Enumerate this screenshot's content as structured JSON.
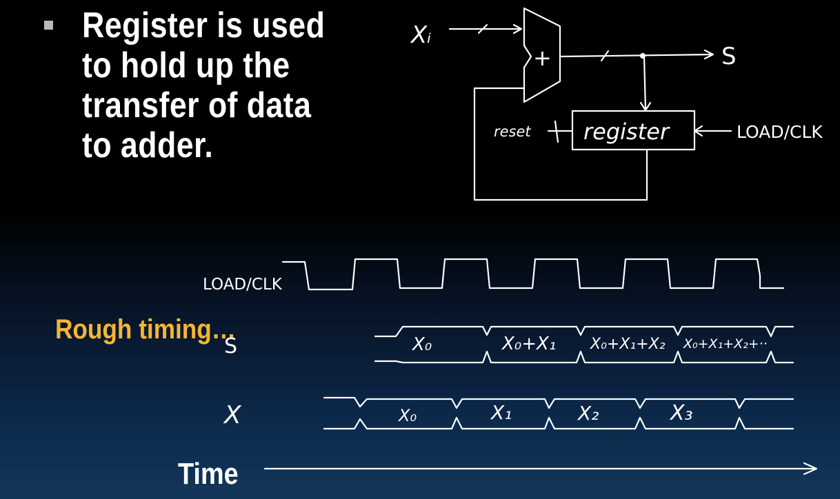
{
  "slide": {
    "bullet_text": "Register is used to hold up the transfer of data to adder.",
    "timing_label": "Rough timing…",
    "time_label": "Time"
  },
  "diagram": {
    "input_label": "Xᵢ",
    "adder_symbol": "+",
    "output_label": "S",
    "reset_label": "reset",
    "register_label": "register",
    "load_clk_label": "LOAD/CLK"
  },
  "timing": {
    "clock_label": "LOAD/CLK",
    "s_label": "S",
    "x_label": "X",
    "s_values": [
      "X₀",
      "X₀+X₁",
      "X₀+X₁+X₂",
      "X₀+X₁+X₂+··"
    ],
    "x_values": [
      "X₀",
      "X₁",
      "X₂",
      "X₃"
    ]
  },
  "colors": {
    "background_top": "#000000",
    "background_bottom": "#123659",
    "accent": "#f5b535",
    "text": "#ffffff"
  }
}
